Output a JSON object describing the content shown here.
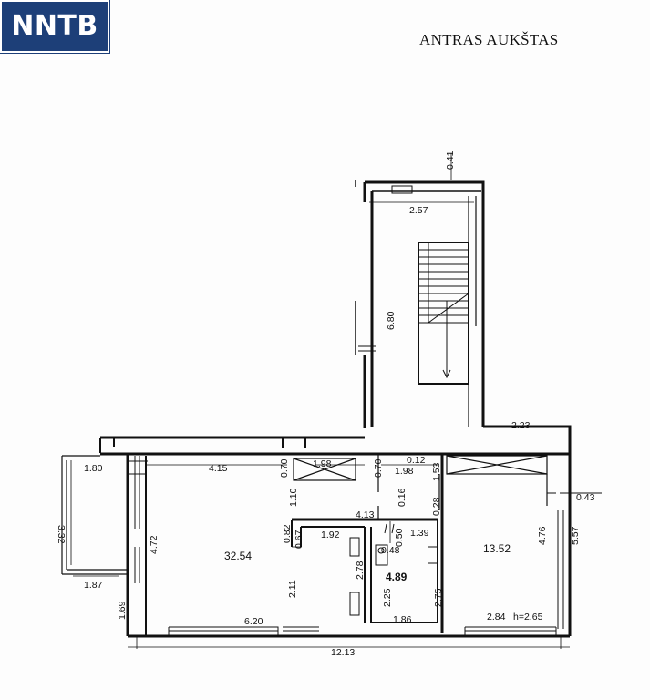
{
  "logo": {
    "text": "NNTB"
  },
  "title": "ANTRAS AUKŠTAS",
  "colors": {
    "logo_bg": "#1d3f78",
    "ink": "#111111",
    "paper": "#fdfdfd"
  },
  "rooms": [
    {
      "area": "32.54"
    },
    {
      "area": "4.89"
    },
    {
      "area": "13.52"
    }
  ],
  "dimensions": {
    "d041": "0.41",
    "d257": "2.57",
    "d680": "6.80",
    "d223": "2.23",
    "d180": "1.80",
    "d415": "4.15",
    "d070a": "0.70",
    "d198a": "1.98",
    "d070b": "0.70",
    "d012": "0.12",
    "d198b": "1.98",
    "d153": "1.53",
    "d110": "1.10",
    "d016": "0.16",
    "d413": "4.13",
    "d028": "0.28",
    "d043": "0.43",
    "d332": "3.32",
    "d472": "4.72",
    "d082": "0.82",
    "d067": "0.67",
    "d192": "1.92",
    "d050": "0.50",
    "d139": "1.39",
    "d048": "0.48",
    "d476": "4.76",
    "d557": "5.57",
    "d187": "1.87",
    "d278": "2.78",
    "d225": "2.25",
    "d275": "2.75",
    "d211": "2.11",
    "d169": "1.69",
    "d620": "6.20",
    "d186": "1.86",
    "d284": "2.84",
    "h265": "h=2.65",
    "d1213": "12.13"
  }
}
